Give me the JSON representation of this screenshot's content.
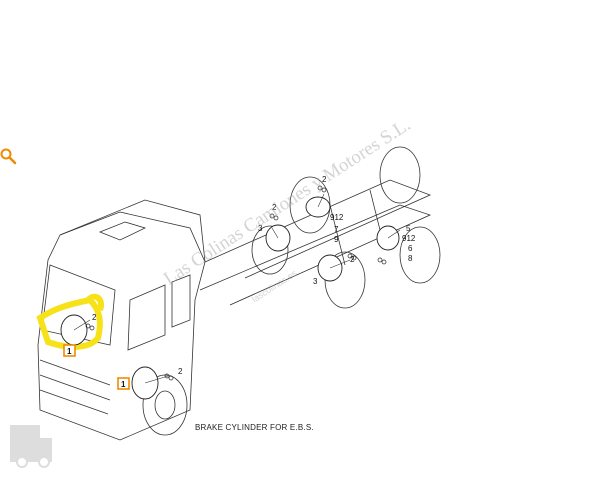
{
  "caption": "BRAKE CYLINDER FOR E.B.S.",
  "watermark": "Las Colinas Camiones y Motores S.L.",
  "watermark_sub": "lascolinas.es",
  "colors": {
    "highlight": "#f7e21a",
    "badge": "#f08a00",
    "zoom": "#f08a00",
    "line": "#333333"
  },
  "icons": {
    "zoom": "magnifier-icon",
    "logo": "truck-logo-icon"
  },
  "callouts": {
    "badge_front_top": "1",
    "badge_front_bottom": "1",
    "front_top_2": "2",
    "front_bottom_2": "2",
    "axle1_2": "2",
    "axle1_3": "3",
    "rear_left_2": "2",
    "rear_left_912": "912",
    "rear_left_7": "7",
    "rear_left_9": "9",
    "rear_mid_2": "2",
    "rear_mid_3": "3",
    "rear_right_5": "5",
    "rear_right_912": "912",
    "rear_right_6": "6",
    "rear_right_8": "8"
  }
}
